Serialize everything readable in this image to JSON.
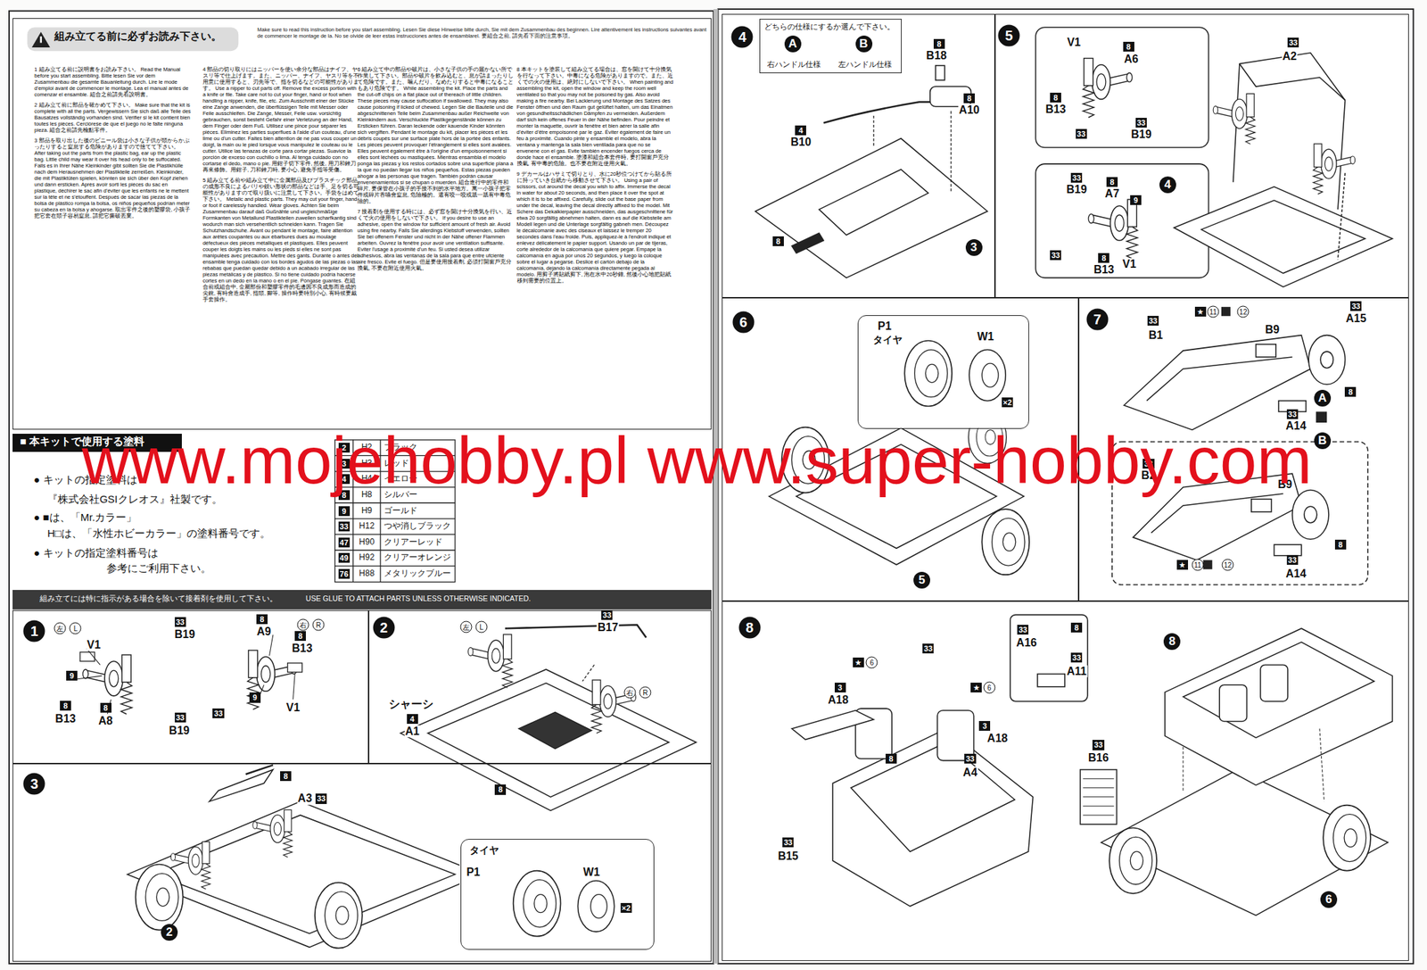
{
  "diagram": {
    "nodes": [
      {
        "text": [
          "組み立てる前に必ずお読み下さい。",
          "Make sure to read this instruction before you start assembling. Lesen Sie diese Hinweise bitte durch, Sie mit dem Zusammenbau des beginnen. Lire attentivement les instructions suivantes avant de commencer le montage de la. No se olvide de leer estas instrucciones antes de ensamblarel. 要組合之前, 請先看下面的注意事項。",
          "1 組み立てる前に説明書をお読み下さい。 Read the Manual before you start assembling. Bitte lesen Sie vor dem Zusammenbau die gesamte Bauanleitung durch. Lire le mode d'emploi avant de commencer le montage. Lea el manual antes de comenzar el ensamble. 組合之前請先看說明書。",
          "2 組み立て前に部品を確かめて下さい。 Make sure that the kit is complete with all the parts. Vergewissern Sie sich daß alle Teile des Bausatzes vollständig vorhanden sind. Vérifier si le kit contient bien toutes les pièces. Cerciórese de que el juego no le falte ninguna pieza. 組合之前請先檢點零件。",
          "3 部品を取り出した後のビニール袋は小さな子供が頭からかぶったりすると窒息する危険がありますので捨てて下さい。 After taking out the parts from the plastic bag, ear up the plastic bag. Little child may wear it over his head only to be suffocated. Falls es in Ihrer Nähe Kleinkinder gibt sollten Sie die Plastikhülle nach dem Herausnehmen der Plastikteile zerreißen. Kleinkinder, die mit Plastiktüten spielen, könnten sie sich über den Kopf ziehen und dann ersticken. Après avoir sorti les pièces du sac en plastique, déchirer le sac afin d'éviter que les enfants ne le mettent sur la tête et ne s'étouffent. Después de sacar las piezas de la bolsa de plástico rompa la bolsa, os niños pequeños podrían meter su cabeza en la bolsa y ahogarse. 取出零件之後的塑膠袋, 小孩子把它套在頭子容易窒息, 請把它撕破丟棄。",
          "4 部品の切り取りにはニッパーを使い余分な部品はナイフ、ヤスリ等で仕上げます。また、ニッパー、ナイフ、ヤスリ等を不用意に使用すると、刃先等で、指を切るなどの可能性があります。 Use a nipper to cut parts off. Remove the excess portion with a knife or file. Take care not to cut your finger, hand or foot when handling a nipper, knife, file, etc. Zum Ausschnitt einer der Stücke eine Zange anwenden, die überflüssigen Teile mit Messer oder Feile ausschleifen. Die Zange, Messer, Feile usw. vorsichtig gebrauchen, sonst besteht Gefahr einer Verletzung an der Hand, dem Finger oder dem Fuß. Utilisez une pince pour séparer les pièces. Eliminez les parties superflues à l'aide d'un couteau, d'une lime ou d'un cutter. Faites bien attention de ne pas vous couper un doigt, la main ou le pied lorsque vous manipulez le couteau ou le cutter. Utilice las tenazas de corte para cortar piezas. Suavice la porción de exceso con cuchillo o lima. Al tenga cuidado con no cortarse el dedo, mano o pie. 用鉗子切下零件, 然後, 用刀和銼刀再來修飾。用鉗子, 刀和銼刀時, 要小心, 避免手指等受傷。",
          "5 組み立てる前や組み立て中に金属部品及びプラスチック部品の成形不良によるバリや鋭い形状の部品などは手、足を切る可能性がありますので取り扱いに注意して下さい。手袋をはめて下さい。 Metalic and plastic parts. They may cut your finger, hand or foot if carelessly handled. Wear gloves. Achten Sie beim Zusammenbau darauf daß Gußnähte und ungleichmäßige Formkanten von Metallund Plastikteilen zuweilen scharfkantig sind wodurch man sich versehentlich schneiden kann. Tragen Sie Schutzhandschuhe. Avant ou pendant le montage, faire attention aux arêtes coupantes ou aux ébarbures dues au moulage défectueux des pièces métalliques et plastiques. Elles peuvent couper les doigts les mains ou les pieds si elles ne sont pas manipulées avec précaution. Mettre des gants. Durante o antes del ensamble tenga cuidado con los bordes agudos de las piezas o las rebabas que puedan quedar debido a un acabado irregular de las piezas metálicas y de plástico. Si no tiene cuidado podría hacerse cortes en un dedo en la mano o en el pie. Póngase guantes. 在組合前或組合中, 金屬部份和塑膠零件的毛邊因不良成形而造成的尖銳, 有時會造成手, 指頭, 腳等, 操作時要特別小心, 有時候要戴手套操作。",
          "6 組み立て中の部品や破片は、小さな子供の手の届かない所で作業して下さい。部品や破片を飲み込むと、息が詰まったりして危険です。また、噛んだり、なめたりすると中毒になることもあり危険です。 While assembling the kit. Place the parts and the cut-off chips on a flat place out of thereach of little children. These pieces may cause suffocation if swallowed. They may also cause poisoning if licked of chewed. Legen Sie die Bauteile und die abgeschnittenen Teile beim Zusammenbau außer Reichweite von Kleinkindern aus. Verschluckte Plastikgegenstände können zu Ersticken führen. Daran leckende oder kauende Kinder könnten sich vergiften. Pendant le montage du kit, placer les pièces et les débris coupés sur une surface plate hors de la portée des enfants. Les pièces peuvent provoquer l'étranglement si elles sont avalées. Elles peuvent également être à l'origine d'un empoisonnement si elles sont léchées ou mastiquées. Mientras ensambla el modelo ponga las piezas y los restos cortados sobre una superficie plana a la que no puedan llegar los niños pequeños. Estas piezas pueden ahogar a las personas que tragen. También podrán causar envenenamientos si se chupan o muerden. 組合進行中的零件和碎片, 要保管在小孩子的手接不到的水平地方。萬一小孩子把零件或碎片吞嚥會窒息, 危險極的。還有咬一咬或舐一舐有中毒危險的。",
          "7 接着剤を使用する時には、必ず窓を開け十分換気を行い、近くで火の使用をしないで下さい。 If you desire to use an adhesive, open the window for sufficient amount of fresh air. Avoid using fire nearby. Falls Sie allerdings Klebstoff verwenden, sollten Sie bei offenem Fenster und nicht in der Nähe offener Flammen arbeiten. Ouvrez la fenêtre pour avoir une ventilation suffisante. Eviter l'usage à proximité d'un feu. Si usted desea utilizar adhesivos, abra las ventanas de la sala para que entre ufciente aire fresco. Evite el fuego. 但是要使用接着劑, 必須打開窗戶充分換氣, 不要在附近使用火氣。",
          "8 本キットを塗装して組み立てる場合は、窓を開けて十分換気を行なって下さい。中毒になる危険がありますので。また、近くでの火の使用は、絶対にしないで下さい。 When painting and assembling the kit, open the window and keep the room well ventilated so that you may not be poisoned by gas. Also avoid making a fire nearby. Bei Lackierung und Montage des Satzes des Fenster öffnen und den Raum gut gelüftet halten, um das Einatmen von gesundheitsschädlichen Dämpfen zu vermeiden. Außerdem darf sich kein offenes Feuer in der Nähe befinden. Pour peindre et monter la maquette, ouvrir la fenêtre et bien aérer la salle afin d'éviter d'être empoisonné par le gaz. Éviter également de faire un feu à proximité. Cuando pinte y ensamble el modelo, abra la ventana y mantenga la sala bien ventilada para que no se envenene con el gas. Evite también encender fuegos cerca de donde hace el ensamble. 塗漆和組合本套件時, 要打開窗戶充分換氣, 有中毒的危險。也不要在附近使用火氣。",
          "9 デカールはハサミで切りとり、水に20秒位つけてから貼る所に持っていき台紙から移動させて下さい。 Using a pair of scissors, cut around the decal you wish to affix. Immerse the decal in water for about 20 seconds, and then place it over the spot at which it is to be affixed. Carefully, slide out the base paper from under the decal, leaving the decal directly affixed to the model. Mit Schere das Dekalkierpapier ausschneiden, das ausgeschnittene für etwa 20 sorgfältig abnehmen halten, dann es auf die Klebstelle am Modell legen und die Unterlage sorgfältig gabneh men. Découpez le décalcomanie avec des ciseaux et laissez le tremper 20 secondes dans l'eau froide. Puis, appliquez-le à l'endroit indiqué et enlevez délicatement le papier support. Usando un par de tijeras, corte alrededor de la calcomanía que quiere pegar. Empape la calcomanía en agua por unos 20 segundos, y luego la coloque sobre el lugar a pegarse. Deslice el cartón debajo de la calcomanía, dejando la calcomanía directamente pegada al modelo. 用剪子將貼紙剪下, 泡在水中20秒鐘, 然後小心地把貼紙移到需要的位置上。"
        ]
      },
      {
        "text": [
          "■ 本キットで使用する塗料"
        ]
      },
      {
        "text": [
          "組み立てには特に指示がある場合を除いて接着剤を使用して下さい。",
          "USE GLUE TO ATTACH PARTS UNLESS OTHERWISE INDICATED."
        ]
      },
      {
        "text": [
          "1"
        ]
      },
      {
        "text": [
          "2"
        ]
      },
      {
        "text": [
          "3"
        ]
      },
      {
        "text": [
          "タイヤ"
        ],
        "in": 5
      },
      {
        "text": [
          "4"
        ]
      },
      {
        "text": [
          "どちらの仕様にするか選んで下さい。",
          "右ハンドル仕様",
          "左ハンドル仕様"
        ],
        "in": 7
      },
      {
        "text": [
          "5"
        ]
      },
      {
        "text": [
          "6"
        ]
      },
      {
        "text": [
          "タイヤ"
        ],
        "in": 10
      },
      {
        "text": [
          "7"
        ]
      },
      {
        "text": [
          "8"
        ]
      }
    ],
    "labels": [
      "左",
      "L",
      "V1",
      "9",
      "8",
      "B13",
      "8",
      "A8",
      "33",
      "B19",
      "33",
      "B19",
      "8",
      "A9",
      "右",
      "R",
      "8",
      "B13",
      "9",
      "33",
      "V1",
      "左",
      "L",
      "33",
      "B17",
      "シャーシ",
      "4",
      "A1",
      "右",
      "R",
      "8",
      "8",
      "A3",
      "33",
      "2",
      "P1",
      "W1",
      "×2",
      "A",
      "B",
      "8",
      "B18",
      "8",
      "A10",
      "4",
      "B10",
      "8",
      "3",
      "V1",
      "8",
      "A6",
      "8",
      "B13",
      "33",
      "B19",
      "33",
      "33",
      "A2",
      "33",
      "B19",
      "8",
      "A7",
      "9",
      "33",
      "8",
      "B13",
      "V1",
      "4",
      "P1",
      "W1",
      "×2",
      "5",
      "33",
      "B1",
      "★",
      "11",
      "12",
      "B9",
      "33",
      "A15",
      "8",
      "A",
      "33",
      "A14",
      "B",
      "33",
      "B2",
      "B9",
      "8",
      "★",
      "11",
      "12",
      "33",
      "A14",
      "33",
      "A16",
      "8",
      "33",
      "A11",
      "★",
      "6",
      "3",
      "A18",
      "33",
      "★",
      "6",
      "3",
      "A18",
      "8",
      "33",
      "A4",
      "33",
      "B15",
      "8",
      "33",
      "B16",
      "6",
      "● キットの指定塗料は",
      "『株式会社GSIクレオス』社製です。",
      "● ■は、「Mr.カラー」",
      "H□は、「水性ホビーカラー」の塗料番号です。",
      "● キットの指定塗料番号は",
      "参考にご利用下さい。",
      "2",
      "H2",
      "ブラック",
      "3",
      "H3",
      "レッド",
      "4",
      "H4",
      "イエロー",
      "8",
      "H8",
      "シルバー",
      "9",
      "H9",
      "ゴールド",
      "33",
      "H12",
      "つや消しブラック",
      "47",
      "H90",
      "クリアーレッド",
      "49",
      "H92",
      "クリアーオレンジ",
      "76",
      "H88",
      "メタリックブルー",
      "www.mojehobby.pl www.super-hobby.com"
    ]
  }
}
